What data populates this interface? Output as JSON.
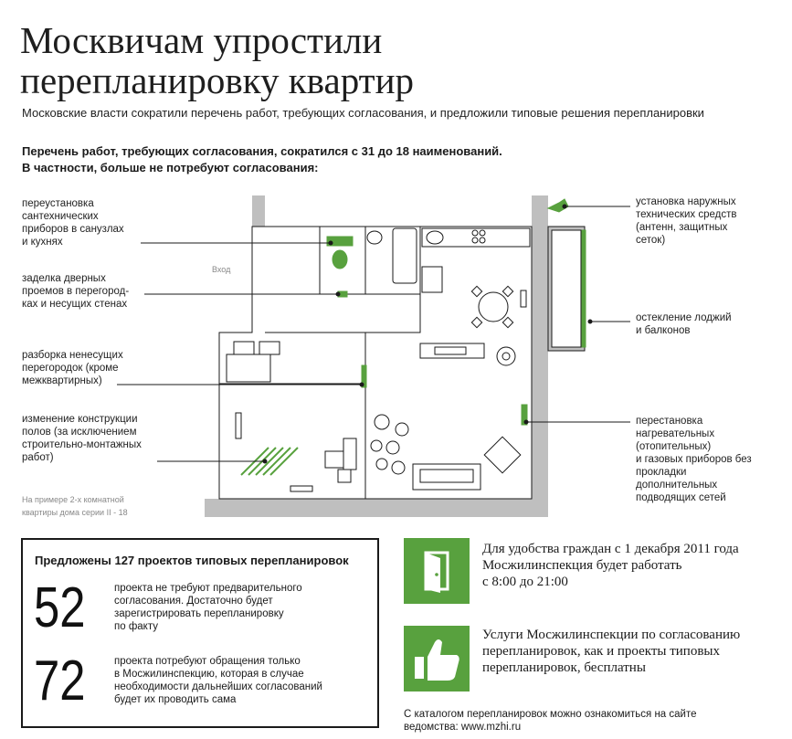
{
  "header": {
    "title": "Москвичам упростили\nперепланировку квартир",
    "subtitle": "Московские власти сократили перечень работ, требующих согласования, и предложили типовые решения перепланировки"
  },
  "intro": {
    "line1": "Перечень работ, требующих согласования, сократился с 31 до 18 наименований.",
    "line2": "В частности, больше не потребуют согласования:"
  },
  "left_labels": [
    "переустановка\nсантехнических\nприборов в санузлах\nи кухнях",
    "заделка дверных\nпроемов в перегород-\nках и несущих стенах",
    "разборка ненесущих\nперегородок (кроме\nмежквартирных)",
    "изменение конструкции\nполов (за исключением\nстроительно-монтажных\nработ)"
  ],
  "right_labels": [
    "установка наружных\nтехнических средств\n(антенн, защитных\nсеток)",
    "остекление лоджий\nи балконов",
    "перестановка\nнагревательных\n(отопительных)\nи газовых приборов без\nпрокладки\nдополнительных\nподводящих сетей"
  ],
  "plan": {
    "entrance": "Вход",
    "note": "На примере 2-х комнатной\nквартиры дома серии II - 18"
  },
  "projects": {
    "title": "Предложены 127 проектов типовых перепланировок",
    "items": [
      {
        "number": "52",
        "text": "проекта не требуют предварительного\nсогласования. Достаточно будет\nзарегистрировать перепланировку\nпо факту"
      },
      {
        "number": "72",
        "text": "проекта потребуют обращения только\nв Мосжилинспекцию, которая в случае\nнеобходимости дальнейших согласований\nбудет их проводить сама"
      }
    ]
  },
  "info": [
    {
      "icon": "door-icon",
      "text": "Для удобства граждан с 1 декабря 2011 года\nМосжилинспекция будет работать\nс 8:00 до 21:00"
    },
    {
      "icon": "thumbs-up-icon",
      "text": "Услуги Мосжилинспекции по согласованию\nперепланировок, как и проекты типовых\nперепланировок, бесплатны"
    }
  ],
  "footer": "С каталогом перепланировок можно ознакомиться на сайте\nведомства: www.mzhi.ru",
  "colors": {
    "accent": "#58a13e",
    "text": "#1a1a1a",
    "wall": "#bfbfbf"
  }
}
